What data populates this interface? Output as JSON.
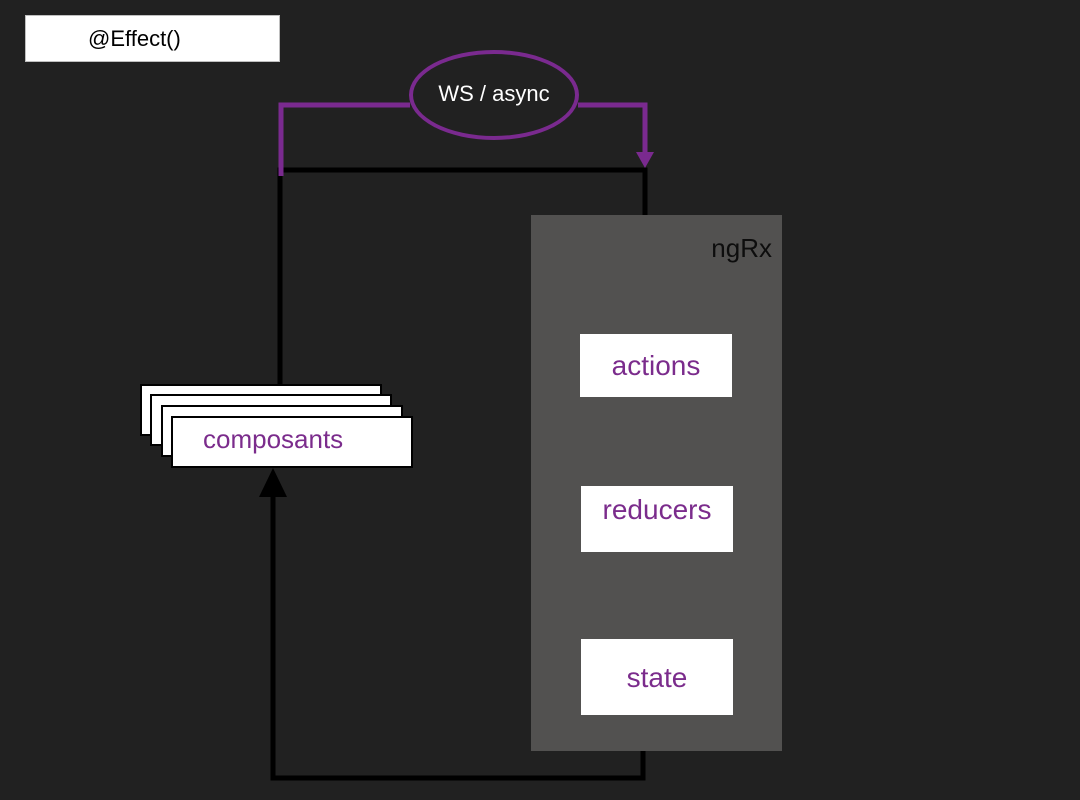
{
  "title": "@Effect()",
  "async_label": "WS / async",
  "store": {
    "label": "ngRx",
    "nodes": {
      "actions": "actions",
      "reducers": "reducers",
      "state": "state"
    }
  },
  "components_label": "composants",
  "colors": {
    "background": "#212121",
    "store_panel": "#525150",
    "node_text": "#7b2c8c",
    "effect_loop": "#7a2a8f",
    "flow_line": "#000000",
    "node_fill": "#ffffff"
  }
}
